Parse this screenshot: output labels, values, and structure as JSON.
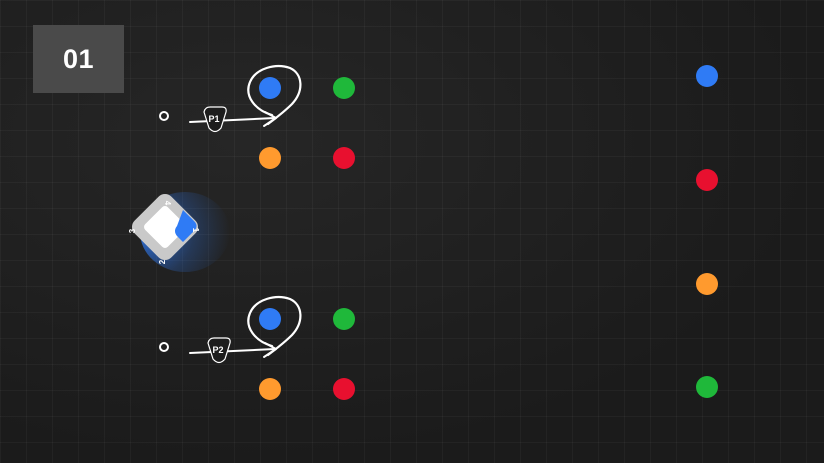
{
  "level": {
    "label": "01"
  },
  "players": [
    {
      "label": "P1"
    },
    {
      "label": "P2"
    }
  ],
  "selector": {
    "slots": [
      "1",
      "2",
      "3",
      "4"
    ],
    "active_slot": "1"
  },
  "colors": {
    "blue": "#2f7bf5",
    "green": "#1fb83a",
    "red": "#e8102f",
    "orange": "#ff9a2e",
    "background": "#1d1d1d",
    "badge": "#4a4a4a"
  },
  "grid_groups": [
    {
      "player": "P1",
      "cells": [
        "blue",
        "green",
        "orange",
        "red"
      ],
      "circled": "blue"
    },
    {
      "player": "P2",
      "cells": [
        "blue",
        "green",
        "orange",
        "red"
      ],
      "circled": "blue"
    }
  ],
  "target_column": [
    "blue",
    "red",
    "orange",
    "green"
  ]
}
